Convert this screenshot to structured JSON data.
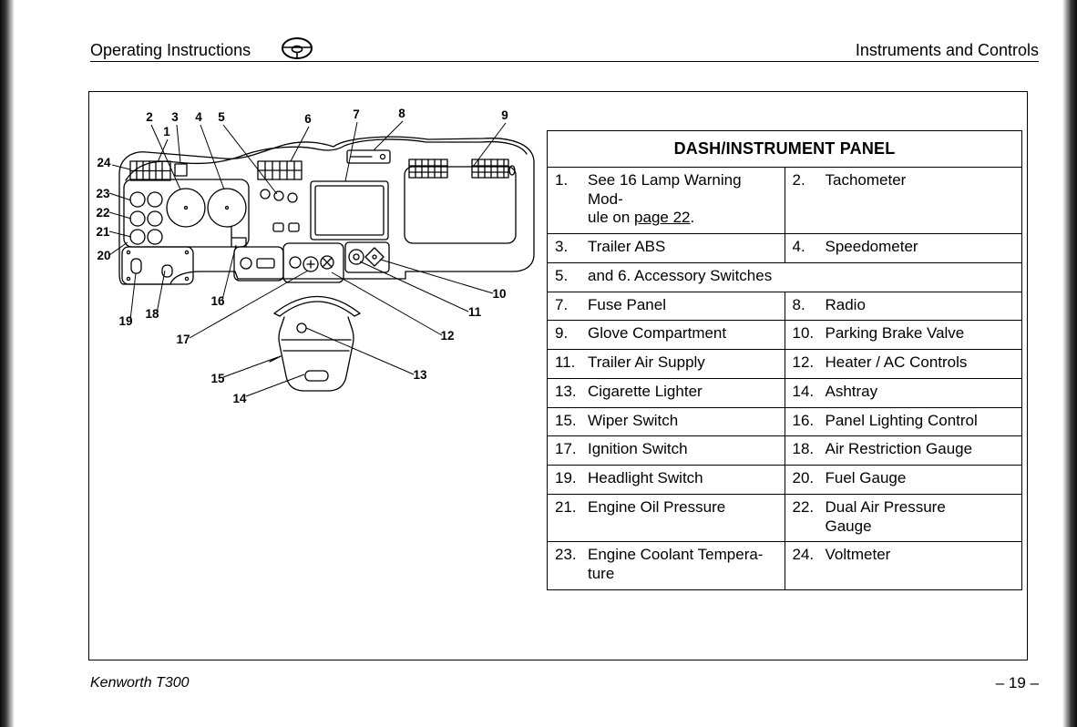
{
  "header": {
    "left": "Operating Instructions",
    "right": "Instruments and Controls"
  },
  "footer": {
    "left": "Kenworth T300",
    "right": "– 19 –"
  },
  "diagram": {
    "callouts": [
      "1",
      "2",
      "3",
      "4",
      "5",
      "6",
      "7",
      "8",
      "9",
      "10",
      "11",
      "12",
      "13",
      "14",
      "15",
      "16",
      "17",
      "18",
      "19",
      "20",
      "21",
      "22",
      "23",
      "24"
    ]
  },
  "table": {
    "title": "DASH/INSTRUMENT PANEL",
    "rows": [
      {
        "l_num": "1.",
        "l1": "See 16 Lamp Warning Mod-",
        "l2_pre": "ule on ",
        "l2_link": "page 22",
        "l2_post": ".",
        "r_num": "2.",
        "r1": "Tachometer"
      },
      {
        "l_num": "3.",
        "l1": "Trailer ABS",
        "r_num": "4.",
        "r1": "Speedometer"
      },
      {
        "full_num": "5.",
        "full": "and 6. Accessory Switches"
      },
      {
        "l_num": "7.",
        "l1": "Fuse Panel",
        "r_num": "8.",
        "r1": "Radio"
      },
      {
        "l_num": "9.",
        "l1": "Glove Compartment",
        "r_num": "10.",
        "r1": "Parking Brake Valve"
      },
      {
        "l_num": "11.",
        "l1": "Trailer Air Supply",
        "r_num": "12.",
        "r1": "Heater / AC Controls"
      },
      {
        "l_num": "13.",
        "l1": "Cigarette Lighter",
        "r_num": "14.",
        "r1": "Ashtray"
      },
      {
        "l_num": "15.",
        "l1": "Wiper Switch",
        "r_num": "16.",
        "r1": "Panel Lighting Control"
      },
      {
        "l_num": "17.",
        "l1": "Ignition Switch",
        "r_num": "18.",
        "r1": "Air Restriction Gauge"
      },
      {
        "l_num": "19.",
        "l1": "Headlight Switch",
        "r_num": "20.",
        "r1": "Fuel Gauge"
      },
      {
        "l_num": "21.",
        "l1": "Engine Oil Pressure",
        "r_num": "22.",
        "r1": "Dual Air Pressure",
        "r2": "Gauge"
      },
      {
        "l_num": "23.",
        "l1": "Engine Coolant Tempera-",
        "l2": "ture",
        "r_num": "24.",
        "r1": "Voltmeter"
      }
    ]
  }
}
